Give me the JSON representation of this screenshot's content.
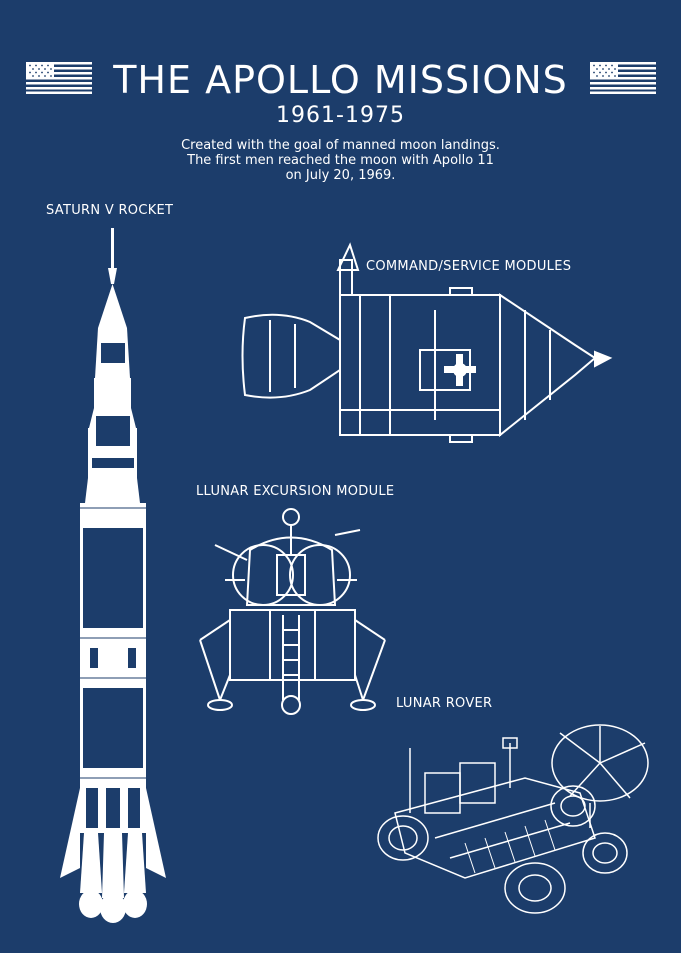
{
  "header": {
    "title": "THE APOLLO MISSIONS",
    "years": "1961-1975",
    "intro_lines": [
      "Created with the goal of manned moon landings.",
      "The first men reached the moon with Apollo 11",
      "on July 20, 1969."
    ]
  },
  "labels": {
    "saturn": "SATURN V ROCKET",
    "csm": "COMMAND/SERVICE MODULES",
    "lem": "LLUNAR EXCURSION MODULE",
    "rover": "LUNAR ROVER"
  },
  "icons": {
    "flag_left": "us-flag-icon",
    "flag_right": "us-flag-icon"
  },
  "colors": {
    "background": "#1c3d6b",
    "line": "#ffffff"
  }
}
